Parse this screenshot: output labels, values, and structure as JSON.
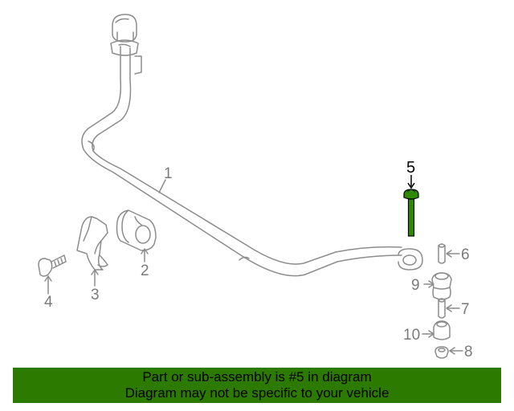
{
  "diagram": {
    "callouts": {
      "p1": "1",
      "p2": "2",
      "p3": "3",
      "p4": "4",
      "p5": "5",
      "p6": "6",
      "p7": "7",
      "p8": "8",
      "p9": "9",
      "p10": "10"
    },
    "highlight_part": "5",
    "colors": {
      "line": "#8c8c8c",
      "highlight_part": "#2e8b00",
      "banner": "#2d7a00"
    }
  },
  "banner": {
    "line1": "Part or sub-assembly is #5 in diagram",
    "line2": "Diagram may not be specific to your vehicle"
  }
}
